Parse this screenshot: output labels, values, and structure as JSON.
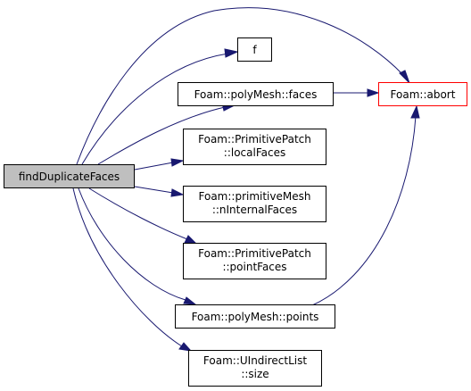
{
  "nodes": {
    "root": {
      "lines": [
        "findDuplicateFaces"
      ]
    },
    "f": {
      "lines": [
        "f"
      ]
    },
    "faces": {
      "lines": [
        "Foam::polyMesh::faces"
      ]
    },
    "abort": {
      "lines": [
        "Foam::abort"
      ]
    },
    "localFaces": {
      "lines": [
        "Foam::PrimitivePatch",
        "::localFaces"
      ]
    },
    "nInternalFaces": {
      "lines": [
        "Foam::primitiveMesh",
        "::nInternalFaces"
      ]
    },
    "pointFaces": {
      "lines": [
        "Foam::PrimitivePatch",
        "::pointFaces"
      ]
    },
    "points": {
      "lines": [
        "Foam::polyMesh::points"
      ]
    },
    "size": {
      "lines": [
        "Foam::UIndirectList",
        "::size"
      ]
    }
  },
  "colors": {
    "edge": "#191970",
    "root_fill": "#bfbfbf",
    "highlight_border": "#ff0000"
  }
}
